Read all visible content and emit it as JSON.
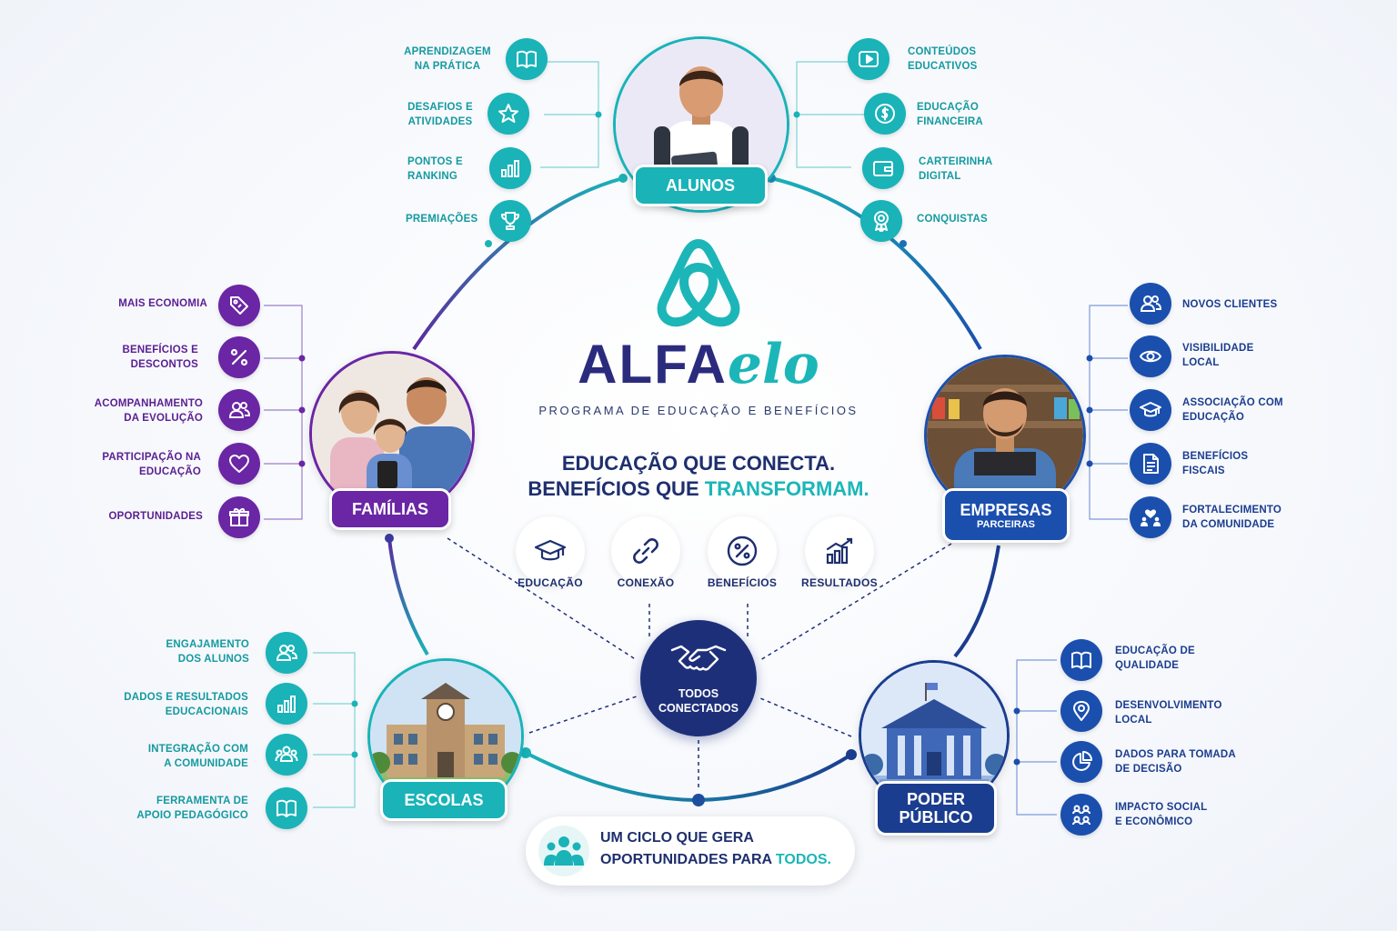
{
  "brand": {
    "name_part1": "ALFA",
    "name_part2": "elo",
    "subtitle": "PROGRAMA DE EDUCAÇÃO E BENEFÍCIOS",
    "headline_line1": "EDUCAÇÃO QUE CONECTA.",
    "headline_line2_prefix": "BENEFÍCIOS QUE ",
    "headline_line2_accent": "TRANSFORMAM."
  },
  "colors": {
    "teal": "#19b3b8",
    "purple": "#6a26a4",
    "blue": "#1b4fae",
    "navy": "#1e2f7a"
  },
  "pillars": [
    {
      "label": "EDUCAÇÃO",
      "icon": "graduation-cap-icon"
    },
    {
      "label": "CONEXÃO",
      "icon": "link-icon"
    },
    {
      "label": "BENEFÍCIOS",
      "icon": "percent-icon"
    },
    {
      "label": "RESULTADOS",
      "icon": "growth-chart-icon"
    }
  ],
  "center": {
    "label": "TODOS\nCONECTADOS",
    "icon": "handshake-icon"
  },
  "alunos": {
    "title": "ALUNOS",
    "left_items": [
      {
        "label": "APRENDIZAGEM\nNA PRÁTICA",
        "icon": "book-icon"
      },
      {
        "label": "DESAFIOS E\nATIVIDADES",
        "icon": "star-icon"
      },
      {
        "label": "PONTOS E\nRANKING",
        "icon": "bar-chart-icon"
      },
      {
        "label": "PREMIAÇÕES",
        "icon": "trophy-icon"
      }
    ],
    "right_items": [
      {
        "label": "CONTEÚDOS\nEDUCATIVOS",
        "icon": "play-icon"
      },
      {
        "label": "EDUCAÇÃO\nFINANCEIRA",
        "icon": "dollar-icon"
      },
      {
        "label": "CARTEIRINHA\nDIGITAL",
        "icon": "wallet-icon"
      },
      {
        "label": "CONQUISTAS",
        "icon": "medal-icon"
      }
    ]
  },
  "familias": {
    "title": "FAMÍLIAS",
    "items": [
      {
        "label": "MAIS ECONOMIA",
        "icon": "tag-icon"
      },
      {
        "label": "BENEFÍCIOS E\nDESCONTOS",
        "icon": "percent-icon"
      },
      {
        "label": "ACOMPANHAMENTO\nDA EVOLUÇÃO",
        "icon": "users-icon"
      },
      {
        "label": "PARTICIPAÇÃO NA\nEDUCAÇÃO",
        "icon": "heart-icon"
      },
      {
        "label": "OPORTUNIDADES",
        "icon": "gift-icon"
      }
    ]
  },
  "empresas": {
    "title": "EMPRESAS",
    "subtitle": "PARCEIRAS",
    "items": [
      {
        "label": "NOVOS CLIENTES",
        "icon": "users-icon"
      },
      {
        "label": "VISIBILIDADE\nLOCAL",
        "icon": "eye-icon"
      },
      {
        "label": "ASSOCIAÇÃO COM\nEDUCAÇÃO",
        "icon": "graduation-cap-icon"
      },
      {
        "label": "BENEFÍCIOS\nFISCAIS",
        "icon": "document-icon"
      },
      {
        "label": "FORTALECIMENTO\nDA COMUNIDADE",
        "icon": "community-heart-icon"
      }
    ]
  },
  "escolas": {
    "title": "ESCOLAS",
    "items": [
      {
        "label": "ENGAJAMENTO\nDOS ALUNOS",
        "icon": "users-icon"
      },
      {
        "label": "DADOS E RESULTADOS\nEDUCACIONAIS",
        "icon": "bar-chart-icon"
      },
      {
        "label": "INTEGRAÇÃO COM\nA COMUNIDADE",
        "icon": "group-icon"
      },
      {
        "label": "FERRAMENTA DE\nAPOIO PEDAGÓGICO",
        "icon": "book-icon"
      }
    ]
  },
  "poder_publico": {
    "title": "PODER\nPÚBLICO",
    "items": [
      {
        "label": "EDUCAÇÃO DE\nQUALIDADE",
        "icon": "book-icon"
      },
      {
        "label": "DESENVOLVIMENTO\nLOCAL",
        "icon": "location-pin-icon"
      },
      {
        "label": "DADOS PARA TOMADA\nDE DECISÃO",
        "icon": "pie-chart-icon"
      },
      {
        "label": "IMPACTO SOCIAL\nE ECONÔMICO",
        "icon": "network-icon"
      }
    ]
  },
  "footer": {
    "line1": "UM CICLO QUE GERA",
    "line2_prefix": "OPORTUNIDADES PARA ",
    "line2_accent": "TODOS."
  }
}
